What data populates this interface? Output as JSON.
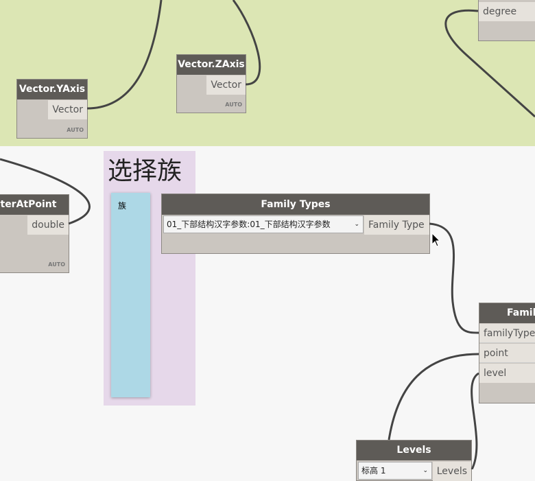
{
  "nodes": {
    "yaxis": {
      "title": "Vector.YAxis",
      "output": "Vector",
      "lacing": "AUTO"
    },
    "zaxis": {
      "title": "Vector.ZAxis",
      "output": "Vector",
      "lacing": "AUTO"
    },
    "degree_node": {
      "input": "degree"
    },
    "param": {
      "title": "eterAtPoint",
      "output": "double",
      "lacing": "AUTO"
    },
    "family_types": {
      "title": "Family Types",
      "selected": "01_下部结构汉字参数:01_下部结构汉字参数",
      "output": "Family Type"
    },
    "family_instance": {
      "title": "Family",
      "inputs": [
        "familyType",
        "point",
        "level"
      ]
    },
    "levels": {
      "title": "Levels",
      "selected": "标高 1",
      "output": "Levels"
    }
  },
  "group": {
    "title": "选择族",
    "note": "族"
  }
}
